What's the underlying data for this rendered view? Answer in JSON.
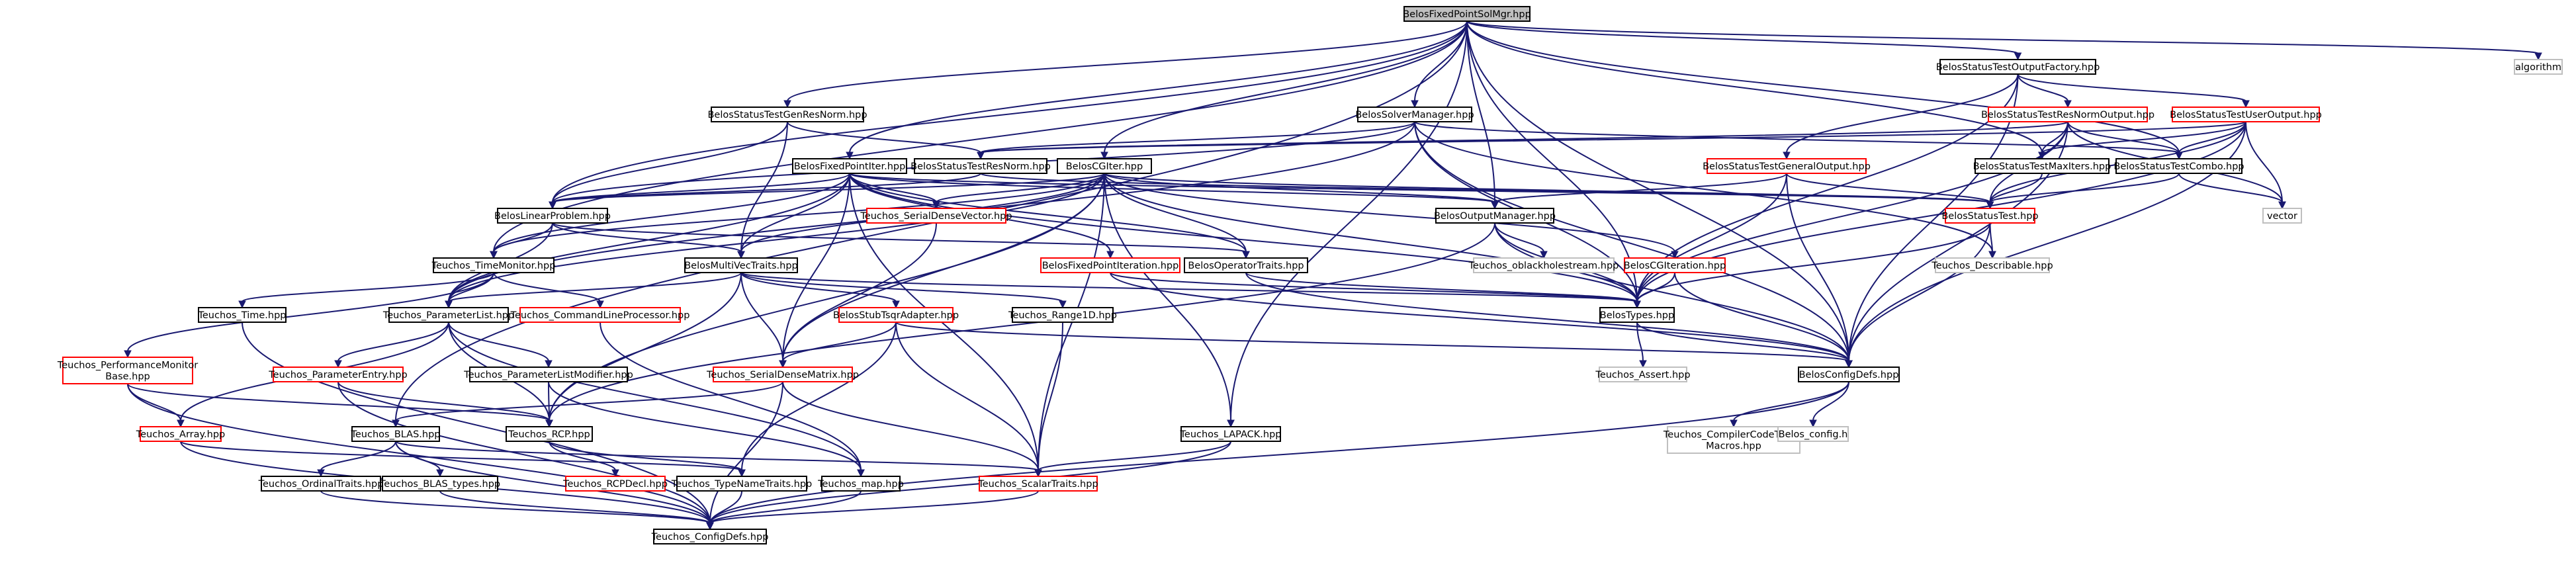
{
  "nodes": [
    {
      "id": "fixedPointSolMgr",
      "label": "BelosFixedPointSolMgr.hpp",
      "style": "root",
      "interactable": false
    },
    {
      "id": "algorithm",
      "label": "algorithm",
      "style": "external",
      "interactable": false
    },
    {
      "id": "stOutFactory",
      "label": "BelosStatusTestOutputFactory.hpp",
      "style": "normal",
      "interactable": true
    },
    {
      "id": "stGenResNorm",
      "label": "BelosStatusTestGenResNorm.hpp",
      "style": "normal",
      "interactable": true
    },
    {
      "id": "solverMgr",
      "label": "BelosSolverManager.hpp",
      "style": "normal",
      "interactable": true
    },
    {
      "id": "stResNormOut",
      "label": "BelosStatusTestResNormOutput.hpp",
      "style": "red",
      "interactable": true
    },
    {
      "id": "stUserOut",
      "label": "BelosStatusTestUserOutput.hpp",
      "style": "red",
      "interactable": true
    },
    {
      "id": "fixedPointIter",
      "label": "BelosFixedPointIter.hpp",
      "style": "normal",
      "interactable": true
    },
    {
      "id": "stResNorm",
      "label": "BelosStatusTestResNorm.hpp",
      "style": "normal",
      "interactable": true
    },
    {
      "id": "cgIter",
      "label": "BelosCGIter.hpp",
      "style": "normal",
      "interactable": true
    },
    {
      "id": "stGenOut",
      "label": "BelosStatusTestGeneralOutput.hpp",
      "style": "red",
      "interactable": true
    },
    {
      "id": "stMaxIters",
      "label": "BelosStatusTestMaxIters.hpp",
      "style": "normal",
      "interactable": true
    },
    {
      "id": "stCombo",
      "label": "BelosStatusTestCombo.hpp",
      "style": "normal",
      "interactable": true
    },
    {
      "id": "linearProblem",
      "label": "BelosLinearProblem.hpp",
      "style": "normal",
      "interactable": true
    },
    {
      "id": "serialDenseVector",
      "label": "Teuchos_SerialDenseVector.hpp",
      "style": "red",
      "interactable": true
    },
    {
      "id": "outputMgr",
      "label": "BelosOutputManager.hpp",
      "style": "normal",
      "interactable": true
    },
    {
      "id": "statusTest",
      "label": "BelosStatusTest.hpp",
      "style": "red",
      "interactable": true
    },
    {
      "id": "vector",
      "label": "vector",
      "style": "external",
      "interactable": false
    },
    {
      "id": "timeMonitor",
      "label": "Teuchos_TimeMonitor.hpp",
      "style": "normal",
      "interactable": true
    },
    {
      "id": "multiVecTraits",
      "label": "BelosMultiVecTraits.hpp",
      "style": "normal",
      "interactable": true
    },
    {
      "id": "fixedPointIteration",
      "label": "BelosFixedPointIteration.hpp",
      "style": "red",
      "interactable": true
    },
    {
      "id": "operatorTraits",
      "label": "BelosOperatorTraits.hpp",
      "style": "normal",
      "interactable": true
    },
    {
      "id": "oblackholestream",
      "label": "Teuchos_oblackholestream.hpp",
      "style": "external",
      "interactable": false
    },
    {
      "id": "cgIteration",
      "label": "BelosCGIteration.hpp",
      "style": "red",
      "interactable": true
    },
    {
      "id": "describable",
      "label": "Teuchos_Describable.hpp",
      "style": "external",
      "interactable": false
    },
    {
      "id": "teuchosTime",
      "label": "Teuchos_Time.hpp",
      "style": "normal",
      "interactable": true
    },
    {
      "id": "parameterList",
      "label": "Teuchos_ParameterList.hpp",
      "style": "normal",
      "interactable": true
    },
    {
      "id": "cmdLineProc",
      "label": "Teuchos_CommandLineProcessor.hpp",
      "style": "red",
      "interactable": true
    },
    {
      "id": "stubTsqrAdapter",
      "label": "BelosStubTsqrAdapter.hpp",
      "style": "red",
      "interactable": true
    },
    {
      "id": "range1d",
      "label": "Teuchos_Range1D.hpp",
      "style": "normal",
      "interactable": true
    },
    {
      "id": "belosTypes",
      "label": "BelosTypes.hpp",
      "style": "normal",
      "interactable": true
    },
    {
      "id": "perfMonitorBase",
      "label": "Teuchos_PerformanceMonitor\nBase.hpp",
      "style": "red",
      "interactable": true
    },
    {
      "id": "parameterEntry",
      "label": "Teuchos_ParameterEntry.hpp",
      "style": "red",
      "interactable": true
    },
    {
      "id": "paramListModifier",
      "label": "Teuchos_ParameterListModifier.hpp",
      "style": "normal",
      "interactable": true
    },
    {
      "id": "serialDenseMatrix",
      "label": "Teuchos_SerialDenseMatrix.hpp",
      "style": "red",
      "interactable": true
    },
    {
      "id": "teuchosAssert",
      "label": "Teuchos_Assert.hpp",
      "style": "external",
      "interactable": false
    },
    {
      "id": "belosConfigDefs",
      "label": "BelosConfigDefs.hpp",
      "style": "normal",
      "interactable": true
    },
    {
      "id": "teuchosArray",
      "label": "Teuchos_Array.hpp",
      "style": "red",
      "interactable": true
    },
    {
      "id": "teuchosBlas",
      "label": "Teuchos_BLAS.hpp",
      "style": "normal",
      "interactable": true
    },
    {
      "id": "teuchosRcp",
      "label": "Teuchos_RCP.hpp",
      "style": "normal",
      "interactable": true
    },
    {
      "id": "teuchosLapack",
      "label": "Teuchos_LAPACK.hpp",
      "style": "normal",
      "interactable": true
    },
    {
      "id": "compilerCodeTweak",
      "label": "Teuchos_CompilerCodeTweak\nMacros.hpp",
      "style": "external",
      "interactable": false
    },
    {
      "id": "belosConfigH",
      "label": "Belos_config.h",
      "style": "external",
      "interactable": false
    },
    {
      "id": "ordinalTraits",
      "label": "Teuchos_OrdinalTraits.hpp",
      "style": "normal",
      "interactable": true
    },
    {
      "id": "blasTypes",
      "label": "Teuchos_BLAS_types.hpp",
      "style": "normal",
      "interactable": true
    },
    {
      "id": "rcpDecl",
      "label": "Teuchos_RCPDecl.hpp",
      "style": "red",
      "interactable": true
    },
    {
      "id": "typeNameTraits",
      "label": "Teuchos_TypeNameTraits.hpp",
      "style": "normal",
      "interactable": true
    },
    {
      "id": "teuchosMap",
      "label": "Teuchos_map.hpp",
      "style": "normal",
      "interactable": true
    },
    {
      "id": "scalarTraits",
      "label": "Teuchos_ScalarTraits.hpp",
      "style": "red",
      "interactable": true
    },
    {
      "id": "configDefs",
      "label": "Teuchos_ConfigDefs.hpp",
      "style": "normal",
      "interactable": true
    }
  ],
  "edges": [
    [
      "fixedPointSolMgr",
      "algorithm"
    ],
    [
      "fixedPointSolMgr",
      "stOutFactory"
    ],
    [
      "fixedPointSolMgr",
      "stGenResNorm"
    ],
    [
      "fixedPointSolMgr",
      "solverMgr"
    ],
    [
      "fixedPointSolMgr",
      "fixedPointIter"
    ],
    [
      "fixedPointSolMgr",
      "cgIter"
    ],
    [
      "fixedPointSolMgr",
      "outputMgr"
    ],
    [
      "fixedPointSolMgr",
      "stMaxIters"
    ],
    [
      "fixedPointSolMgr",
      "stCombo"
    ],
    [
      "fixedPointSolMgr",
      "linearProblem"
    ],
    [
      "fixedPointSolMgr",
      "belosTypes"
    ],
    [
      "fixedPointSolMgr",
      "belosConfigDefs"
    ],
    [
      "fixedPointSolMgr",
      "teuchosBlas"
    ],
    [
      "fixedPointSolMgr",
      "teuchosLapack"
    ],
    [
      "fixedPointSolMgr",
      "timeMonitor"
    ],
    [
      "stOutFactory",
      "stResNormOut"
    ],
    [
      "stOutFactory",
      "stUserOut"
    ],
    [
      "stOutFactory",
      "stGenOut"
    ],
    [
      "stOutFactory",
      "belosTypes"
    ],
    [
      "stOutFactory",
      "belosConfigDefs"
    ],
    [
      "stGenResNorm",
      "stResNorm"
    ],
    [
      "stGenResNorm",
      "linearProblem"
    ],
    [
      "stGenResNorm",
      "multiVecTraits"
    ],
    [
      "solverMgr",
      "linearProblem"
    ],
    [
      "solverMgr",
      "parameterList"
    ],
    [
      "solverMgr",
      "belosTypes"
    ],
    [
      "solverMgr",
      "stResNorm"
    ],
    [
      "solverMgr",
      "stCombo"
    ],
    [
      "solverMgr",
      "belosConfigDefs"
    ],
    [
      "solverMgr",
      "describable"
    ],
    [
      "stResNormOut",
      "stResNorm"
    ],
    [
      "stResNormOut",
      "stMaxIters"
    ],
    [
      "stResNormOut",
      "stCombo"
    ],
    [
      "stResNormOut",
      "statusTest"
    ],
    [
      "stResNormOut",
      "belosTypes"
    ],
    [
      "stResNormOut",
      "vector"
    ],
    [
      "stResNormOut",
      "belosConfigDefs"
    ],
    [
      "stUserOut",
      "stMaxIters"
    ],
    [
      "stUserOut",
      "stCombo"
    ],
    [
      "stUserOut",
      "statusTest"
    ],
    [
      "stUserOut",
      "vector"
    ],
    [
      "stUserOut",
      "belosTypes"
    ],
    [
      "stUserOut",
      "belosConfigDefs"
    ],
    [
      "stUserOut",
      "stResNorm"
    ],
    [
      "fixedPointIter",
      "linearProblem"
    ],
    [
      "fixedPointIter",
      "serialDenseVector"
    ],
    [
      "fixedPointIter",
      "outputMgr"
    ],
    [
      "fixedPointIter",
      "statusTest"
    ],
    [
      "fixedPointIter",
      "multiVecTraits"
    ],
    [
      "fixedPointIter",
      "fixedPointIteration"
    ],
    [
      "fixedPointIter",
      "operatorTraits"
    ],
    [
      "fixedPointIter",
      "belosTypes"
    ],
    [
      "fixedPointIter",
      "serialDenseMatrix"
    ],
    [
      "fixedPointIter",
      "timeMonitor"
    ],
    [
      "fixedPointIter",
      "parameterList"
    ],
    [
      "fixedPointIter",
      "scalarTraits"
    ],
    [
      "stResNorm",
      "statusTest"
    ],
    [
      "stResNorm",
      "linearProblem"
    ],
    [
      "cgIter",
      "linearProblem"
    ],
    [
      "cgIter",
      "serialDenseVector"
    ],
    [
      "cgIter",
      "outputMgr"
    ],
    [
      "cgIter",
      "statusTest"
    ],
    [
      "cgIter",
      "multiVecTraits"
    ],
    [
      "cgIter",
      "operatorTraits"
    ],
    [
      "cgIter",
      "cgIteration"
    ],
    [
      "cgIter",
      "belosTypes"
    ],
    [
      "cgIter",
      "serialDenseMatrix"
    ],
    [
      "cgIter",
      "scalarTraits"
    ],
    [
      "cgIter",
      "teuchosLapack"
    ],
    [
      "cgIter",
      "timeMonitor"
    ],
    [
      "cgIter",
      "parameterList"
    ],
    [
      "cgIter",
      "teuchosRcp"
    ],
    [
      "stGenOut",
      "statusTest"
    ],
    [
      "stGenOut",
      "outputMgr"
    ],
    [
      "stGenOut",
      "belosTypes"
    ],
    [
      "stGenOut",
      "belosConfigDefs"
    ],
    [
      "stMaxIters",
      "statusTest"
    ],
    [
      "stCombo",
      "statusTest"
    ],
    [
      "stCombo",
      "vector"
    ],
    [
      "linearProblem",
      "multiVecTraits"
    ],
    [
      "linearProblem",
      "operatorTraits"
    ],
    [
      "linearProblem",
      "timeMonitor"
    ],
    [
      "linearProblem",
      "parameterList"
    ],
    [
      "serialDenseVector",
      "serialDenseMatrix"
    ],
    [
      "outputMgr",
      "belosTypes"
    ],
    [
      "outputMgr",
      "oblackholestream"
    ],
    [
      "outputMgr",
      "belosConfigDefs"
    ],
    [
      "outputMgr",
      "teuchosRcp"
    ],
    [
      "statusTest",
      "belosTypes"
    ],
    [
      "statusTest",
      "describable"
    ],
    [
      "statusTest",
      "belosConfigDefs"
    ],
    [
      "timeMonitor",
      "teuchosTime"
    ],
    [
      "timeMonitor",
      "parameterList"
    ],
    [
      "timeMonitor",
      "perfMonitorBase"
    ],
    [
      "timeMonitor",
      "cmdLineProc"
    ],
    [
      "multiVecTraits",
      "stubTsqrAdapter"
    ],
    [
      "multiVecTraits",
      "range1d"
    ],
    [
      "multiVecTraits",
      "belosTypes"
    ],
    [
      "multiVecTraits",
      "serialDenseMatrix"
    ],
    [
      "multiVecTraits",
      "teuchosRcp"
    ],
    [
      "multiVecTraits",
      "parameterList"
    ],
    [
      "fixedPointIteration",
      "belosTypes"
    ],
    [
      "fixedPointIteration",
      "belosConfigDefs"
    ],
    [
      "operatorTraits",
      "belosTypes"
    ],
    [
      "operatorTraits",
      "belosConfigDefs"
    ],
    [
      "cgIteration",
      "belosTypes"
    ],
    [
      "cgIteration",
      "belosConfigDefs"
    ],
    [
      "teuchosTime",
      "configDefs"
    ],
    [
      "parameterList",
      "parameterEntry"
    ],
    [
      "parameterList",
      "paramListModifier"
    ],
    [
      "parameterList",
      "teuchosRcp"
    ],
    [
      "parameterList",
      "teuchosArray"
    ],
    [
      "parameterList",
      "teuchosMap"
    ],
    [
      "cmdLineProc",
      "teuchosMap"
    ],
    [
      "stubTsqrAdapter",
      "serialDenseMatrix"
    ],
    [
      "stubTsqrAdapter",
      "belosConfigDefs"
    ],
    [
      "stubTsqrAdapter",
      "scalarTraits"
    ],
    [
      "stubTsqrAdapter",
      "typeNameTraits"
    ],
    [
      "range1d",
      "scalarTraits"
    ],
    [
      "belosTypes",
      "teuchosAssert"
    ],
    [
      "belosTypes",
      "belosConfigDefs"
    ],
    [
      "perfMonitorBase",
      "teuchosArray"
    ],
    [
      "perfMonitorBase",
      "teuchosRcp"
    ],
    [
      "perfMonitorBase",
      "configDefs"
    ],
    [
      "parameterEntry",
      "teuchosRcp"
    ],
    [
      "parameterEntry",
      "configDefs"
    ],
    [
      "paramListModifier",
      "teuchosRcp"
    ],
    [
      "paramListModifier",
      "teuchosMap"
    ],
    [
      "serialDenseMatrix",
      "teuchosBlas"
    ],
    [
      "serialDenseMatrix",
      "scalarTraits"
    ],
    [
      "serialDenseMatrix",
      "configDefs"
    ],
    [
      "belosConfigDefs",
      "compilerCodeTweak"
    ],
    [
      "belosConfigDefs",
      "belosConfigH"
    ],
    [
      "belosConfigDefs",
      "configDefs"
    ],
    [
      "teuchosArray",
      "configDefs"
    ],
    [
      "teuchosArray",
      "typeNameTraits"
    ],
    [
      "teuchosBlas",
      "ordinalTraits"
    ],
    [
      "teuchosBlas",
      "blasTypes"
    ],
    [
      "teuchosBlas",
      "scalarTraits"
    ],
    [
      "teuchosBlas",
      "configDefs"
    ],
    [
      "teuchosRcp",
      "rcpDecl"
    ],
    [
      "teuchosRcp",
      "typeNameTraits"
    ],
    [
      "teuchosLapack",
      "scalarTraits"
    ],
    [
      "teuchosLapack",
      "configDefs"
    ],
    [
      "ordinalTraits",
      "configDefs"
    ],
    [
      "blasTypes",
      "configDefs"
    ],
    [
      "typeNameTraits",
      "configDefs"
    ],
    [
      "teuchosMap",
      "configDefs"
    ],
    [
      "scalarTraits",
      "configDefs"
    ]
  ],
  "colors": {
    "edge": "#191970",
    "root_fill": "#bfbfbf",
    "root_border": "#000000",
    "normal_border": "#000000",
    "red_border": "#ff0000",
    "external_border": "#bfbfbf",
    "node_fill": "#ffffff"
  }
}
